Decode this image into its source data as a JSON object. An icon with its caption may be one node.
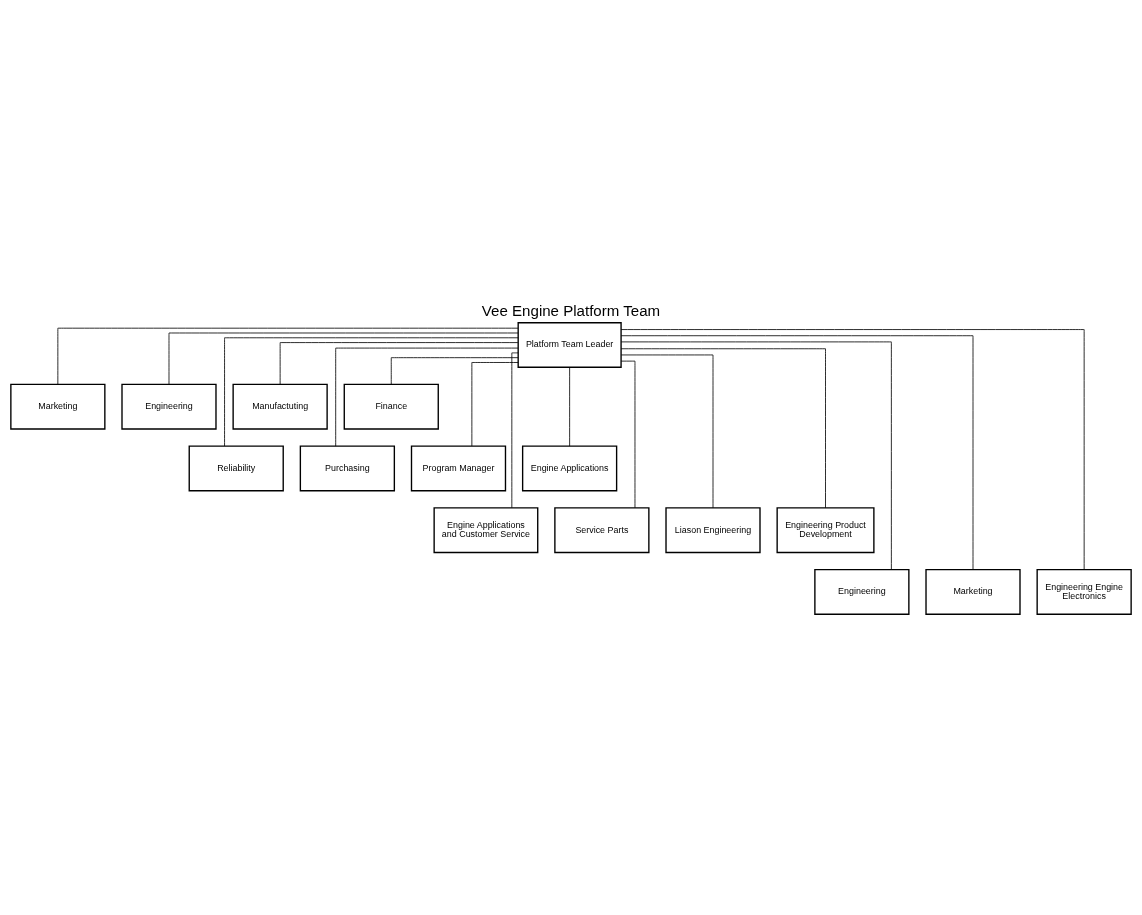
{
  "diagram": {
    "title": "Vee Engine Platform Team",
    "nodes": [
      {
        "text": [
          "Platform Team Leader"
        ]
      },
      {
        "text": [
          "Marketing"
        ]
      },
      {
        "text": [
          "Engineering"
        ]
      },
      {
        "text": [
          "Manufactuting"
        ]
      },
      {
        "text": [
          "Finance"
        ]
      },
      {
        "text": [
          "Reliability"
        ]
      },
      {
        "text": [
          "Purchasing"
        ]
      },
      {
        "text": [
          "Program Manager"
        ]
      },
      {
        "text": [
          "Engine Applications"
        ]
      },
      {
        "text": [
          "Engine Applications and Customer Service"
        ]
      },
      {
        "text": [
          "Service Parts"
        ]
      },
      {
        "text": [
          "Liason Engineering"
        ]
      },
      {
        "text": [
          "Engineering Product Development"
        ]
      },
      {
        "text": [
          "Engineering"
        ]
      },
      {
        "text": [
          "Marketing"
        ]
      },
      {
        "text": [
          "Engineering Engine Electronics"
        ]
      }
    ],
    "edges": [
      {
        "from": 0,
        "to": 1,
        "arrow": "none"
      },
      {
        "from": 0,
        "to": 2,
        "arrow": "none"
      },
      {
        "from": 0,
        "to": 3,
        "arrow": "none"
      },
      {
        "from": 0,
        "to": 4,
        "arrow": "none"
      },
      {
        "from": 0,
        "to": 5,
        "arrow": "none"
      },
      {
        "from": 0,
        "to": 6,
        "arrow": "none"
      },
      {
        "from": 0,
        "to": 7,
        "arrow": "none"
      },
      {
        "from": 0,
        "to": 8,
        "arrow": "none"
      },
      {
        "from": 0,
        "to": 9,
        "arrow": "none"
      },
      {
        "from": 0,
        "to": 10,
        "arrow": "none"
      },
      {
        "from": 0,
        "to": 11,
        "arrow": "none"
      },
      {
        "from": 0,
        "to": 12,
        "arrow": "none"
      },
      {
        "from": 0,
        "to": 13,
        "arrow": "none"
      },
      {
        "from": 0,
        "to": 14,
        "arrow": "none"
      },
      {
        "from": 0,
        "to": 15,
        "arrow": "none"
      }
    ]
  }
}
